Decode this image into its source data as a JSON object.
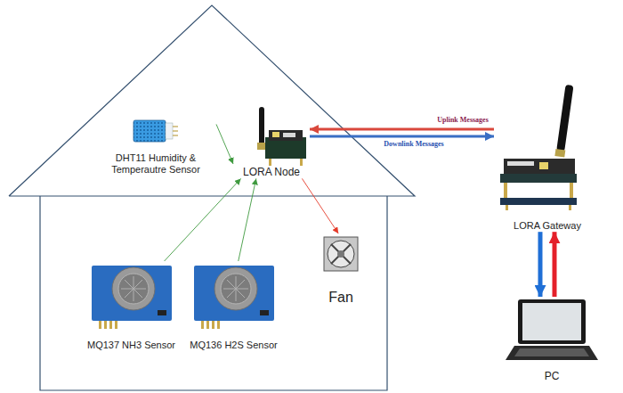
{
  "diagram": {
    "nodes": [
      {
        "text": [
          "DHT11 Humidity & Temperautre Sensor"
        ]
      },
      {
        "text": [
          "LORA Node"
        ]
      },
      {
        "text": [
          "MQ137 NH3 Sensor"
        ]
      },
      {
        "text": [
          "MQ136 H2S Sensor"
        ]
      },
      {
        "text": [
          "Fan"
        ]
      },
      {
        "text": [
          "LORA Gateway"
        ]
      },
      {
        "text": [
          "PC"
        ]
      }
    ],
    "edges": [
      {
        "from": 0,
        "to": 1,
        "arrow": "to"
      },
      {
        "from": 2,
        "to": 1,
        "arrow": "to"
      },
      {
        "from": 3,
        "to": 1,
        "arrow": "to"
      },
      {
        "from": 1,
        "to": 4,
        "arrow": "to"
      },
      {
        "from": 5,
        "to": 1,
        "label": "Uplink Messages",
        "arrow": "to"
      },
      {
        "from": 1,
        "to": 5,
        "label": "Downlink Messages",
        "arrow": "to"
      },
      {
        "from": 5,
        "to": 6,
        "arrow": "to"
      },
      {
        "from": 6,
        "to": 5,
        "arrow": "to"
      }
    ]
  }
}
